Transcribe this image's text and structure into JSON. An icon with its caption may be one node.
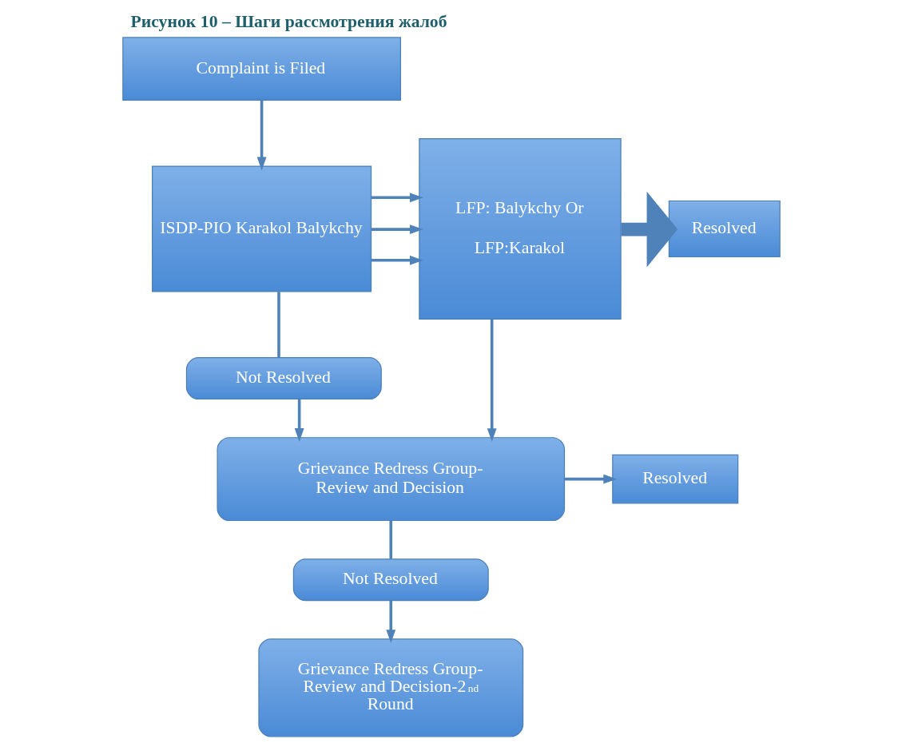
{
  "diagram": {
    "title": "Рисунок 10 – Шаги рассмотрения жалоб",
    "nodes": [
      {
        "text": [
          "Complaint is Filed"
        ]
      },
      {
        "text": [
          "ISDP-PIO Karakol Balykchy"
        ]
      },
      {
        "text": [
          "LFP: Balykchy Or",
          "LFP:Karakol"
        ]
      },
      {
        "text": [
          "Resolved"
        ]
      },
      {
        "text": [
          "Not Resolved"
        ]
      },
      {
        "text": [
          "Grievance Redress Group- Review and Decision"
        ]
      },
      {
        "text": [
          "Resolved"
        ]
      },
      {
        "text": [
          "Not Resolved"
        ]
      },
      {
        "text": [
          "Grievance Redress Group- Review and Decision-2$^{nd}$ Round"
        ]
      }
    ],
    "edges": [
      {
        "from": 0,
        "to": 1,
        "arrow": "to"
      },
      {
        "from": 1,
        "to": 2,
        "arrow": "to"
      },
      {
        "from": 1,
        "to": 2,
        "arrow": "to"
      },
      {
        "from": 1,
        "to": 2,
        "arrow": "to"
      },
      {
        "from": 2,
        "to": 3,
        "arrow": "to",
        "style": "thick"
      },
      {
        "from": 1,
        "to": 4,
        "arrow": "none"
      },
      {
        "from": 4,
        "to": 5,
        "arrow": "to"
      },
      {
        "from": 2,
        "to": 5,
        "arrow": "to"
      },
      {
        "from": 5,
        "to": 6,
        "arrow": "to"
      },
      {
        "from": 5,
        "to": 7,
        "arrow": "none"
      },
      {
        "from": 7,
        "to": 8,
        "arrow": "to"
      }
    ]
  }
}
